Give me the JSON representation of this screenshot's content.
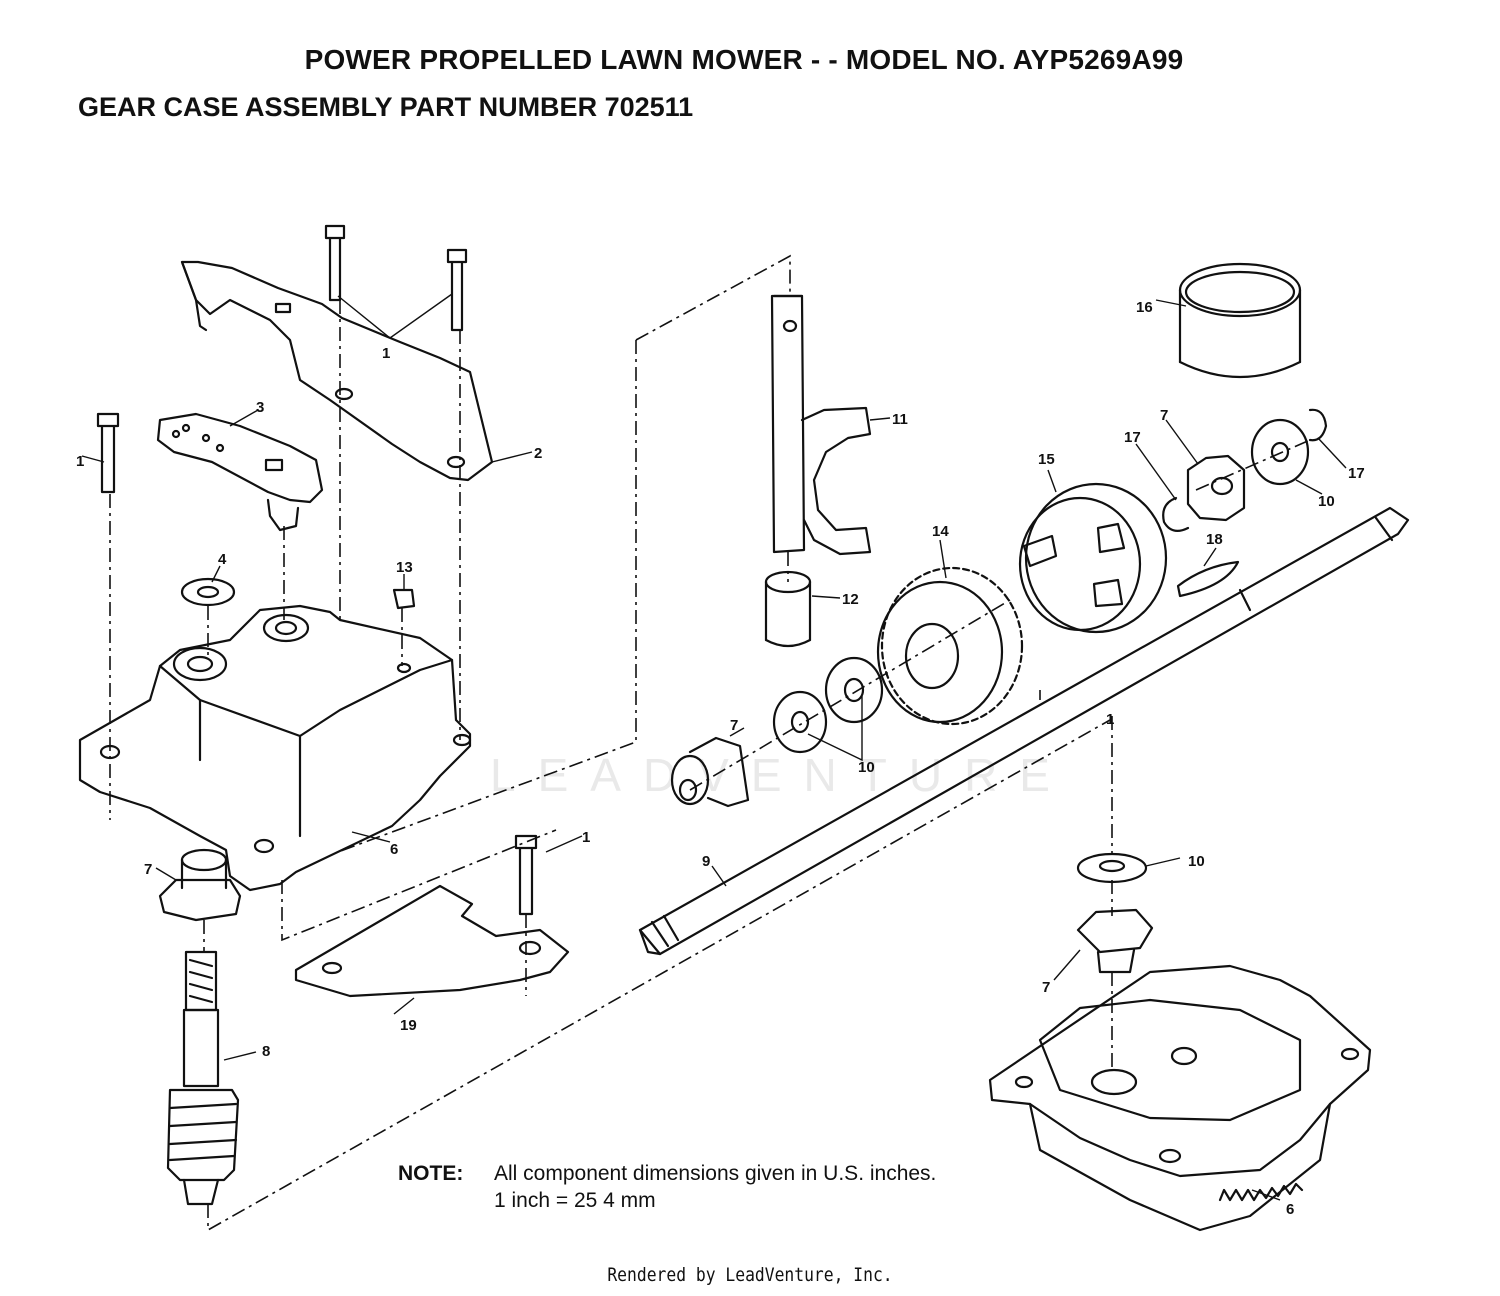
{
  "header": {
    "title": "POWER PROPELLED LAWN MOWER - - MODEL NO. AYP5269A99",
    "subtitle": "GEAR CASE ASSEMBLY PART NUMBER 702511"
  },
  "callouts": {
    "c1a": "1",
    "c1b": "1",
    "c1c": "1",
    "c1d": "1",
    "c2": "2",
    "c3": "3",
    "c4": "4",
    "c6a": "6",
    "c6b": "6",
    "c7a": "7",
    "c7b": "7",
    "c7c": "7",
    "c7d": "7",
    "c8": "8",
    "c9": "9",
    "c10a": "10",
    "c10b": "10",
    "c10c": "10",
    "c11": "11",
    "c12": "12",
    "c13": "13",
    "c14": "14",
    "c15": "15",
    "c16": "16",
    "c17a": "17",
    "c17b": "17",
    "c18": "18",
    "c19": "19"
  },
  "note": {
    "label": "NOTE:",
    "line1": "All component dimensions given in U.S. inches.",
    "line2": "1 inch = 25 4 mm"
  },
  "watermark": "LEADVENTURE",
  "footer": "Rendered by LeadVenture, Inc."
}
